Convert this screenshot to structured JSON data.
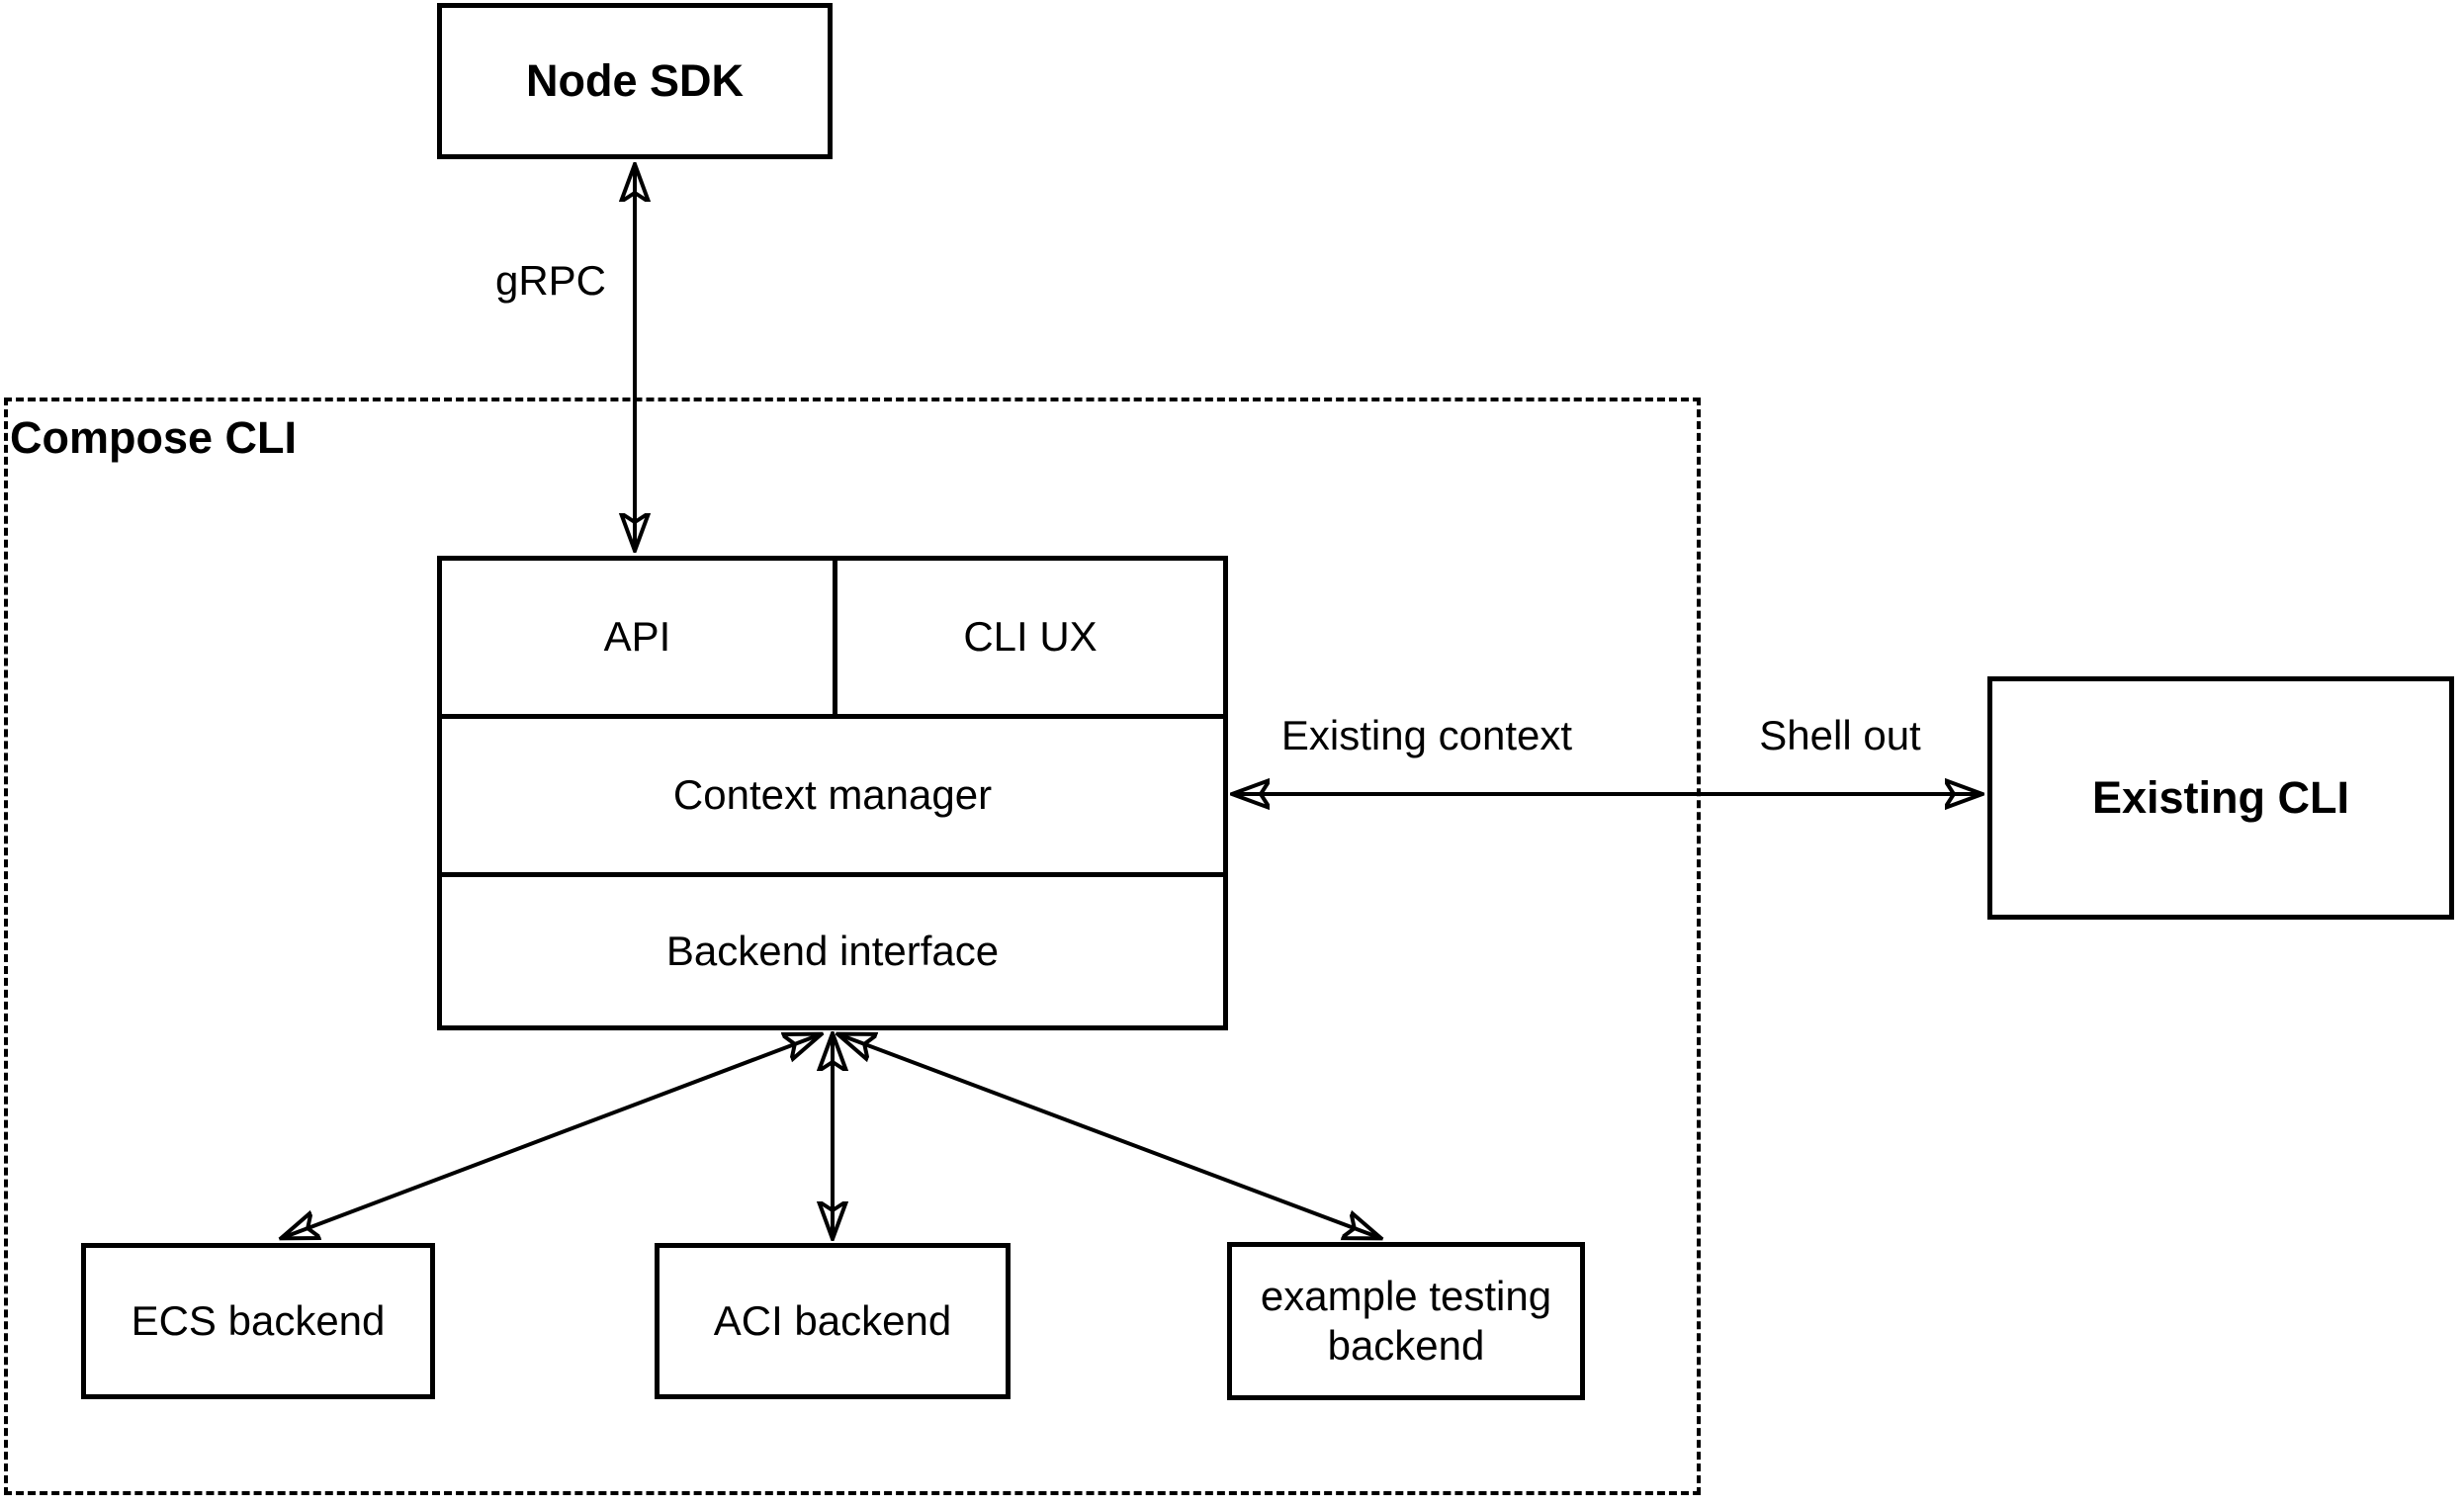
{
  "diagram": {
    "group": {
      "title": "Compose CLI"
    },
    "nodes": {
      "node_sdk": {
        "label": "Node SDK"
      },
      "api": {
        "label": "API"
      },
      "cli_ux": {
        "label": "CLI UX"
      },
      "context_manager": {
        "label": "Context manager"
      },
      "backend_interface": {
        "label": "Backend interface"
      },
      "existing_cli": {
        "label": "Existing CLI"
      },
      "ecs_backend": {
        "label": "ECS backend"
      },
      "aci_backend": {
        "label": "ACI backend"
      },
      "example_testing_backend": {
        "label": "example testing backend"
      }
    },
    "edges": {
      "grpc": {
        "label": "gRPC"
      },
      "existing_context": {
        "label": "Existing context"
      },
      "shell_out": {
        "label": "Shell out"
      }
    },
    "colors": {
      "stroke": "#000000",
      "background": "#ffffff"
    }
  }
}
